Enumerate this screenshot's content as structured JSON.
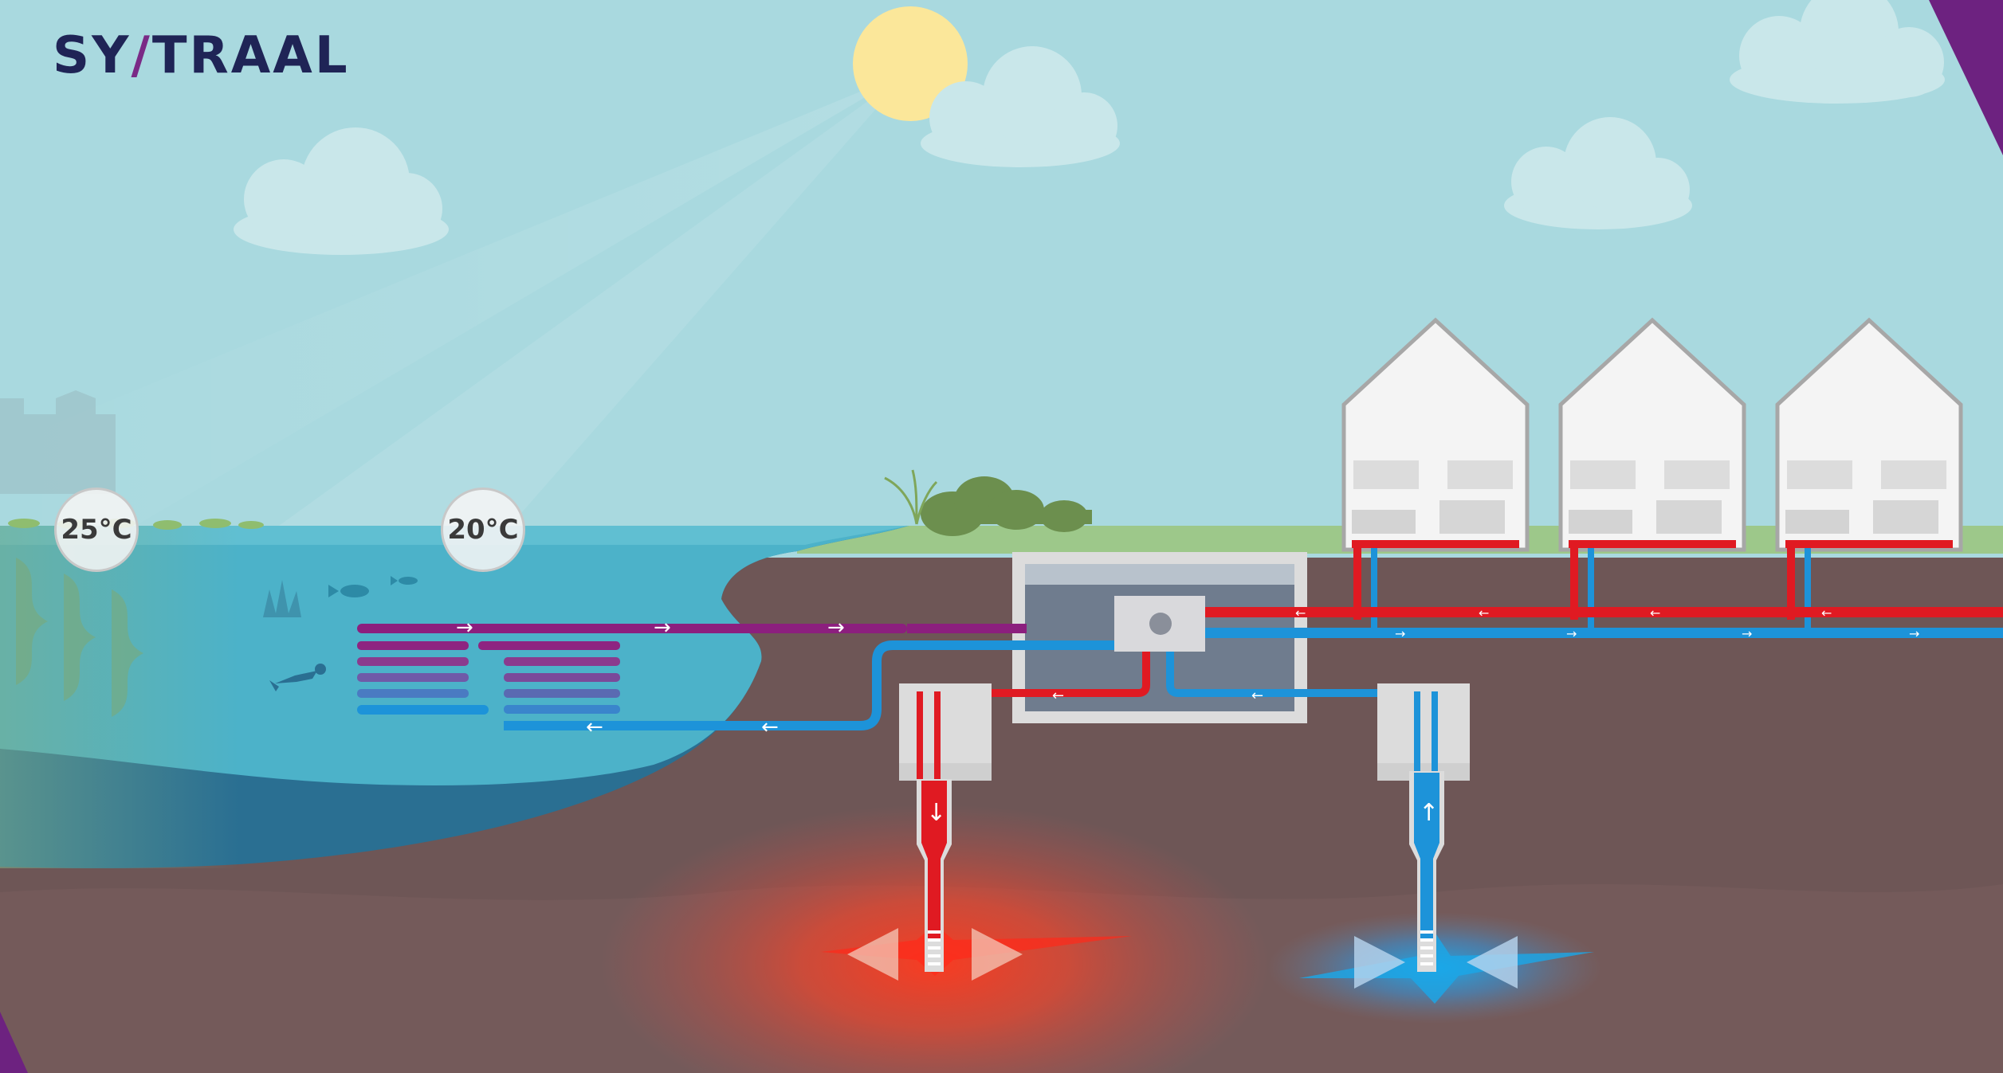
{
  "brand": {
    "part1": "SY",
    "part2": "TRAAL"
  },
  "temperatures": {
    "surface": "25°C",
    "intake": "20°C"
  },
  "flow_arrows": {
    "right": "→",
    "left": "←",
    "down": "↓",
    "up": "↑"
  },
  "colors": {
    "sky": "#a9d9df",
    "grass": "#9dc88a",
    "soil": "#6e5656",
    "water": "#49b3cc",
    "hot_pipe": "#e01a22",
    "cold_pipe": "#1d93d9",
    "intake_pipe": "#8c1f7e",
    "brand_navy": "#1f2456",
    "brand_purple": "#7a2a86"
  },
  "icons": {
    "sun": "sun-icon",
    "fish": "fish-icon",
    "diver": "diver-icon",
    "house": "house-icon"
  }
}
